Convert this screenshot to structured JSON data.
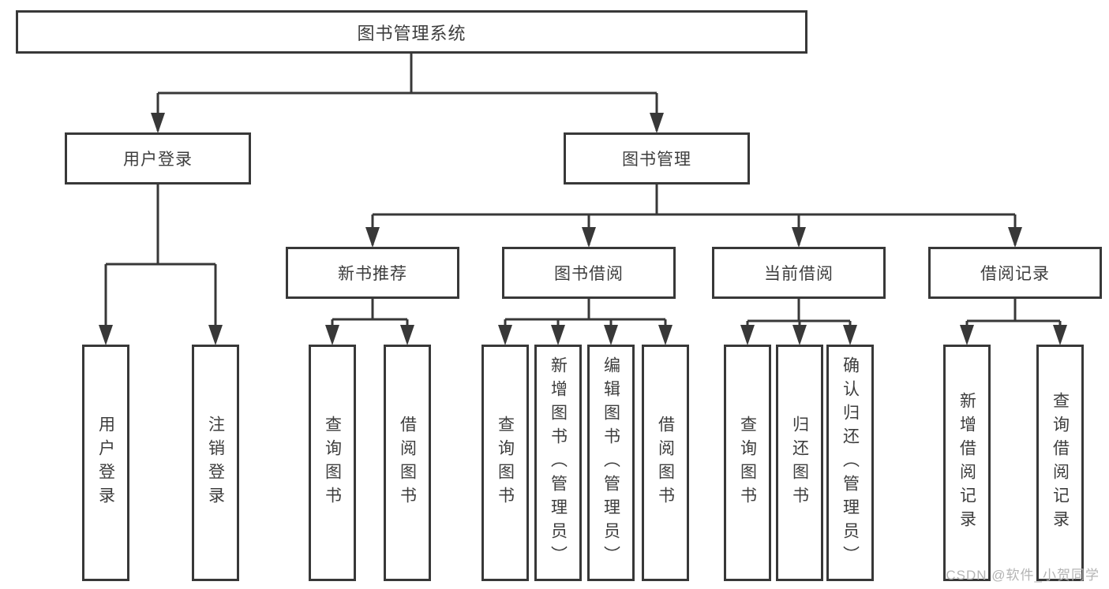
{
  "tree": {
    "label": "图书管理系统",
    "children": [
      {
        "label": "用户登录",
        "children": [
          {
            "label": "用户登录"
          },
          {
            "label": "注销登录"
          }
        ]
      },
      {
        "label": "图书管理",
        "children": [
          {
            "label": "新书推荐",
            "children": [
              {
                "label": "查询图书"
              },
              {
                "label": "借阅图书"
              }
            ]
          },
          {
            "label": "图书借阅",
            "children": [
              {
                "label": "查询图书"
              },
              {
                "label": "新增图书（管理员）"
              },
              {
                "label": "编辑图书（管理员）"
              },
              {
                "label": "借阅图书"
              }
            ]
          },
          {
            "label": "当前借阅",
            "children": [
              {
                "label": "查询图书"
              },
              {
                "label": "归还图书"
              },
              {
                "label": "确认归还（管理员）"
              }
            ]
          },
          {
            "label": "借阅记录",
            "children": [
              {
                "label": "新增借阅记录"
              },
              {
                "label": "查询借阅记录"
              }
            ]
          }
        ]
      }
    ]
  },
  "watermark": "CSDN @软件_小贺同学",
  "colors": {
    "line": "#383838",
    "text": "#3d3d3d",
    "box_fill": "#ffffff",
    "background": "#ffffff",
    "watermark": "#b4b4b4"
  }
}
